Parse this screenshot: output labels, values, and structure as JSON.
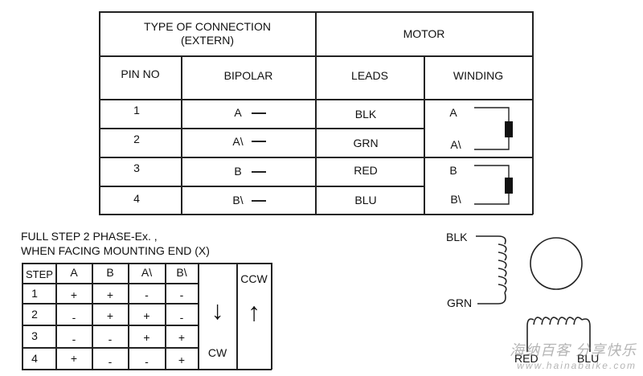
{
  "connection_table": {
    "header_left": "TYPE OF CONNECTION\n(EXTERN)",
    "header_right": "MOTOR",
    "col_pin": "PIN NO",
    "col_bipolar": "BIPOLAR",
    "col_leads": "LEADS",
    "col_winding": "WINDING",
    "rows": [
      {
        "pin": "1",
        "bipolar": "A",
        "lead": "BLK",
        "winding": "A"
      },
      {
        "pin": "2",
        "bipolar": "A\\",
        "lead": "GRN",
        "winding": "A\\"
      },
      {
        "pin": "3",
        "bipolar": "B",
        "lead": "RED",
        "winding": "B"
      },
      {
        "pin": "4",
        "bipolar": "B\\",
        "lead": "BLU",
        "winding": "B\\"
      }
    ]
  },
  "step_section": {
    "title_line1": "FULL STEP  2 PHASE-Ex. ,",
    "title_line2": "WHEN FACING MOUNTING END (X)",
    "headers": [
      "STEP",
      "A",
      "B",
      "A\\",
      "B\\"
    ],
    "rows": [
      [
        "1",
        "+",
        "+",
        "-",
        "-"
      ],
      [
        "2",
        "-",
        "+",
        "+",
        "-"
      ],
      [
        "3",
        "-",
        "-",
        "+",
        "+"
      ],
      [
        "4",
        "+",
        "-",
        "-",
        "+"
      ]
    ],
    "ccw_label": "CCW",
    "cw_label": "CW",
    "down_arrow": "↓",
    "up_arrow": "↑"
  },
  "motor_diagram": {
    "lead_blk": "BLK",
    "lead_grn": "GRN",
    "lead_red": "RED",
    "lead_blu": "BLU"
  },
  "watermark": {
    "text": "海纳百客 分享快乐",
    "url": "www.hainabaike.com"
  }
}
